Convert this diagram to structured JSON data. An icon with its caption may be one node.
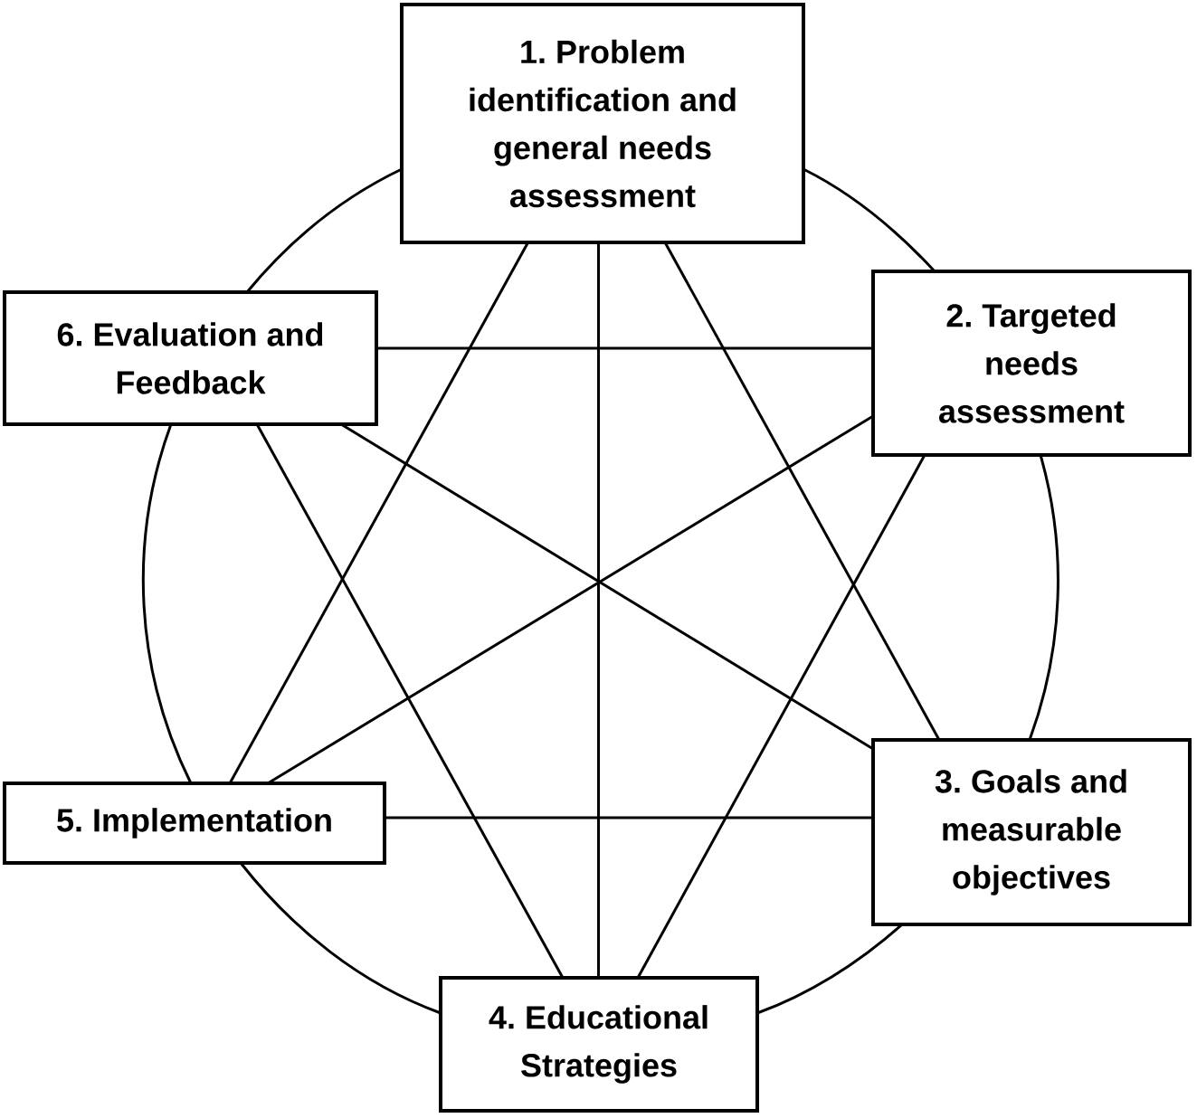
{
  "diagram": {
    "nodes": [
      {
        "text": [
          "1. Problem identification and general needs assessment"
        ]
      },
      {
        "text": [
          "2. Targeted needs assessment"
        ]
      },
      {
        "text": [
          "3. Goals and measurable objectives"
        ]
      },
      {
        "text": [
          "4. Educational Strategies"
        ]
      },
      {
        "text": [
          "5. Implementation"
        ]
      },
      {
        "text": [
          "6. Evaluation and Feedback"
        ]
      }
    ],
    "edges": [
      {
        "from": 0,
        "to": 1,
        "arrow": "none"
      },
      {
        "from": 1,
        "to": 2,
        "arrow": "none"
      },
      {
        "from": 2,
        "to": 3,
        "arrow": "none"
      },
      {
        "from": 3,
        "to": 4,
        "arrow": "none"
      },
      {
        "from": 4,
        "to": 5,
        "arrow": "none"
      },
      {
        "from": 5,
        "to": 0,
        "arrow": "none"
      },
      {
        "from": 0,
        "to": 3,
        "arrow": "none"
      },
      {
        "from": 0,
        "to": 4,
        "arrow": "none"
      },
      {
        "from": 0,
        "to": 2,
        "arrow": "none"
      },
      {
        "from": 5,
        "to": 1,
        "arrow": "none"
      },
      {
        "from": 5,
        "to": 2,
        "arrow": "none"
      },
      {
        "from": 5,
        "to": 3,
        "arrow": "none"
      },
      {
        "from": 1,
        "to": 4,
        "arrow": "none"
      },
      {
        "from": 1,
        "to": 3,
        "arrow": "none"
      },
      {
        "from": 4,
        "to": 2,
        "arrow": "none"
      }
    ]
  }
}
